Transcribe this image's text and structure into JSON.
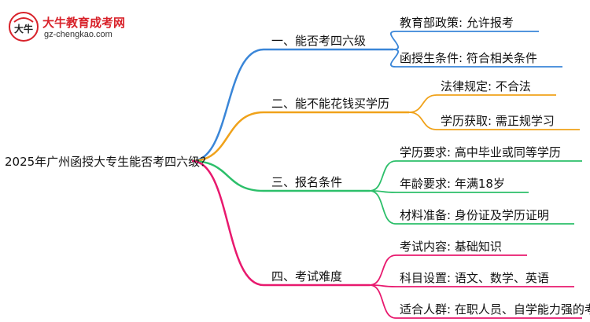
{
  "logo": {
    "brand_text": "大牛教育成考网",
    "url_text": "gz-chengkao.com",
    "emblem_text": "大牛"
  },
  "root": {
    "label": "2025年广州函授大专生能否考四六级？"
  },
  "branches": [
    {
      "label": "一、能否考四六级",
      "color": "#3a86d8",
      "leaves": [
        "教育部政策: 允许报考",
        "函授生条件: 符合相关条件"
      ]
    },
    {
      "label": "二、能不能花钱买学历",
      "color": "#f0a21a",
      "leaves": [
        "法律规定: 不合法",
        "学历获取: 需正规学习"
      ]
    },
    {
      "label": "三、报名条件",
      "color": "#2cbf6a",
      "leaves": [
        "学历要求: 高中毕业或同等学历",
        "年龄要求: 年满18岁",
        "材料准备: 身份证及学历证明"
      ]
    },
    {
      "label": "四、考试难度",
      "color": "#e8196e",
      "leaves": [
        "考试内容: 基础知识",
        "科目设置: 语文、数学、英语",
        "适合人群: 在职人员、自学能力强的考生"
      ]
    }
  ]
}
